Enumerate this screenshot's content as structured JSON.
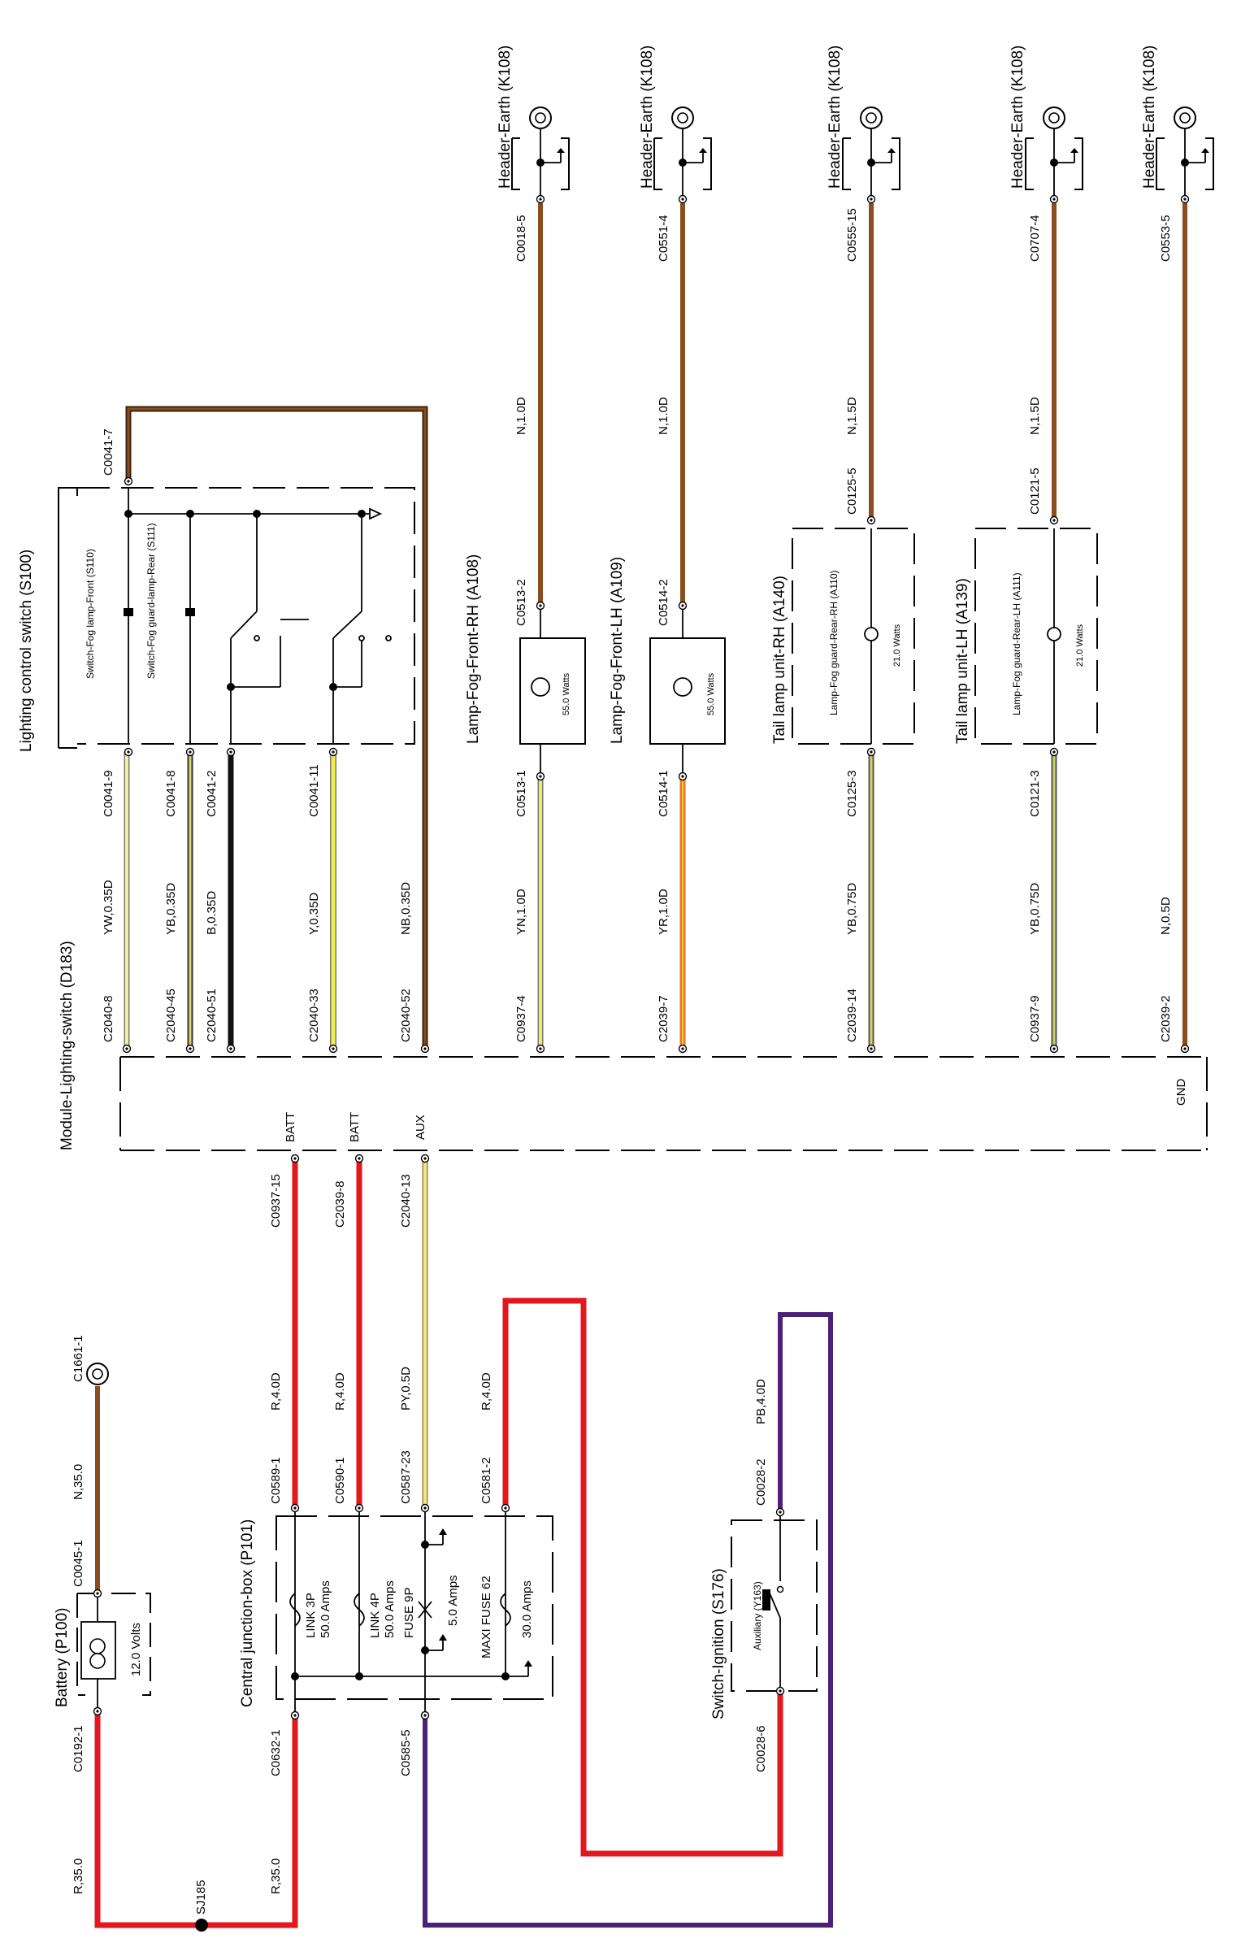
{
  "colors": {
    "red": "#e3171e",
    "brown": "#8b4d1f",
    "yellow": "#eeea5a",
    "pale_yellow": "#f3e48a",
    "orange": "#e77722",
    "black": "#111111",
    "purple": "#4b2076",
    "green_yellow": "#8b9a2a",
    "dark_brown": "#3a2410"
  },
  "components": {
    "header_earth": [
      "Header-Earth (K108)",
      "Header-Earth (K108)",
      "Header-Earth (K108)",
      "Header-Earth (K108)",
      "Header-Earth (K108)"
    ],
    "lighting_switch": "Lighting control switch (S100)",
    "fog_front_switch": "Switch-Fog lamp-Front (S110)",
    "fog_rear_switch": "Switch-Fog guard-lamp-Rear (S111)",
    "module": "Module-Lighting-switch (D183)",
    "lamp_rh": "Lamp-Fog-Front-RH (A108)",
    "lamp_lh": "Lamp-Fog-Front-LH (A109)",
    "tail_rh": "Tail lamp unit-RH (A140)",
    "tail_lh": "Tail lamp unit-LH (A139)",
    "tail_rh_lamp": "Lamp-Fog guard-Rear-RH (A110)",
    "tail_lh_lamp": "Lamp-Fog guard-Rear-LH (A111)",
    "watts_55": "55.0 Watts",
    "watts_21": "21.0 Watts",
    "battery": "Battery (P100)",
    "battery_volts": "12.0 Volts",
    "junction_box": "Central junction-box (P101)",
    "link3p": "LINK 3P",
    "link3p_amps": "50.0 Amps",
    "link4p": "LINK 4P",
    "link4p_amps": "50.0 Amps",
    "fuse9p": "FUSE 9P",
    "fuse9p_amps": "5.0 Amps",
    "maxi62": "MAXI FUSE 62",
    "maxi62_amps": "30.0 Amps",
    "ignition": "Switch-Ignition (S176)",
    "aux": "Auxiliary (Y163)",
    "splice": "SJ185"
  },
  "pins": {
    "batt1": "BATT",
    "batt2": "BATT",
    "aux": "AUX",
    "gnd": "GND"
  },
  "connectors": {
    "c0041_7": "C0041-7",
    "c0041_9": "C0041-9",
    "c0041_8": "C0041-8",
    "c0041_2": "C0041-2",
    "c0041_11": "C0041-11",
    "c2040_8": "C2040-8",
    "c2040_45": "C2040-45",
    "c2040_51": "C2040-51",
    "c2040_33": "C2040-33",
    "c2040_52": "C2040-52",
    "c0513_1": "C0513-1",
    "c0513_2": "C0513-2",
    "c0937_4": "C0937-4",
    "c0018_5": "C0018-5",
    "c0514_1": "C0514-1",
    "c0514_2": "C0514-2",
    "c2039_7": "C2039-7",
    "c0551_4": "C0551-4",
    "c0125_3": "C0125-3",
    "c0125_5": "C0125-5",
    "c2039_14": "C2039-14",
    "c0555_15": "C0555-15",
    "c0121_3": "C0121-3",
    "c0121_5": "C0121-5",
    "c0937_9": "C0937-9",
    "c0707_4": "C0707-4",
    "c2039_2": "C2039-2",
    "c0553_5": "C0553-5",
    "c0937_15": "C0937-15",
    "c2039_8": "C2039-8",
    "c2040_13": "C2040-13",
    "c0589_1": "C0589-1",
    "c0590_1": "C0590-1",
    "c0587_23": "C0587-23",
    "c0581_2": "C0581-2",
    "c0632_1": "C0632-1",
    "c0585_5": "C0585-5",
    "c1661_1": "C1661-1",
    "c0045_1": "C0045-1",
    "c0192_1": "C0192-1",
    "c0028_2": "C0028-2",
    "c0028_6": "C0028-6"
  },
  "wires": {
    "w_yw": "YW,0.35D",
    "w_yb": "YB,0.35D",
    "w_b": "B,0.35D",
    "w_y": "Y,0.35D",
    "w_nb": "NB,0.35D",
    "w_yn": "YN,1.0D",
    "w_n1_rh": "N,1.0D",
    "w_yr": "YR,1.0D",
    "w_n1_lh": "N,1.0D",
    "w_yb75_rh": "YB,0.75D",
    "w_n15_rh": "N,1.5D",
    "w_yb75_lh": "YB,0.75D",
    "w_n15_lh": "N,1.5D",
    "w_n05": "N,0.5D",
    "w_r4_a": "R,4.0D",
    "w_r4_b": "R,4.0D",
    "w_py": "PY,0.5D",
    "w_r4_c": "R,4.0D",
    "w_n35": "N,35.0",
    "w_r35_a": "R,35.0",
    "w_r35_b": "R,35.0",
    "w_pb": "PB,4.0D"
  }
}
